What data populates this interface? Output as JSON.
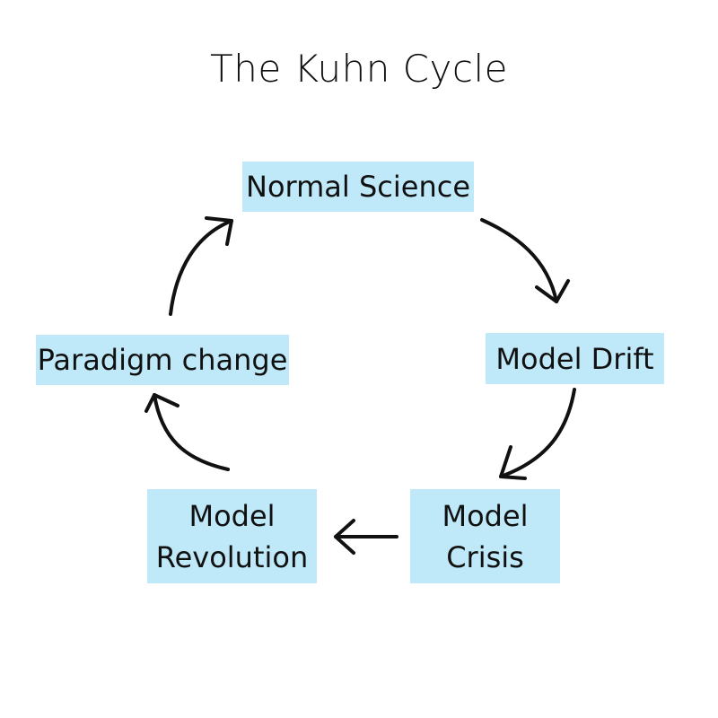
{
  "title": "The Kuhn Cycle",
  "nodes": {
    "normal_science": "Normal Science",
    "model_drift": "Model Drift",
    "model_crisis": [
      "Model",
      "Crisis"
    ],
    "model_revolution": [
      "Model",
      "Revolution"
    ],
    "paradigm_change": "Paradigm change"
  },
  "colors": {
    "box_fill": "#bfe9f8",
    "arrow": "#111111",
    "text": "#111111"
  }
}
